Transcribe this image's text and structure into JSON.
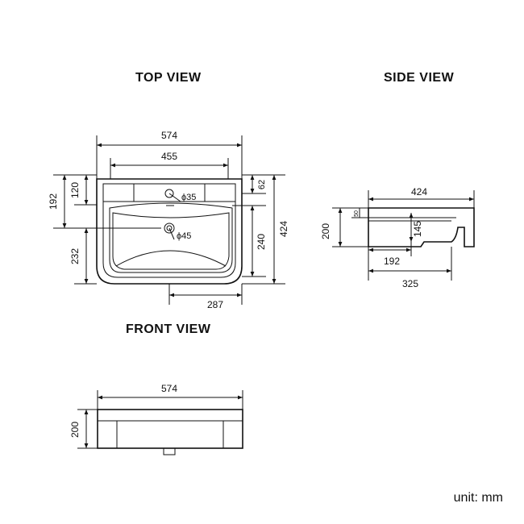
{
  "titles": {
    "top_view": "TOP VIEW",
    "side_view": "SIDE VIEW",
    "front_view": "FRONT VIEW"
  },
  "unit_label": "unit: mm",
  "top_view": {
    "width_overall": "574",
    "width_inner": "455",
    "depth_total": "424",
    "back_edge_to_tap_hole": "192",
    "back_edge_to_waste": "120",
    "ledge_depth": "62",
    "front_to_waste": "232",
    "bowl_depth": "240",
    "pedestal_offset": "287",
    "tap_hole": "ϕ35",
    "waste_hole": "ϕ45"
  },
  "side_view": {
    "depth": "424",
    "height": "200",
    "rim": "50",
    "drop": "145",
    "waste_position": "192",
    "projection": "325"
  },
  "front_view": {
    "width": "574",
    "height": "200"
  }
}
